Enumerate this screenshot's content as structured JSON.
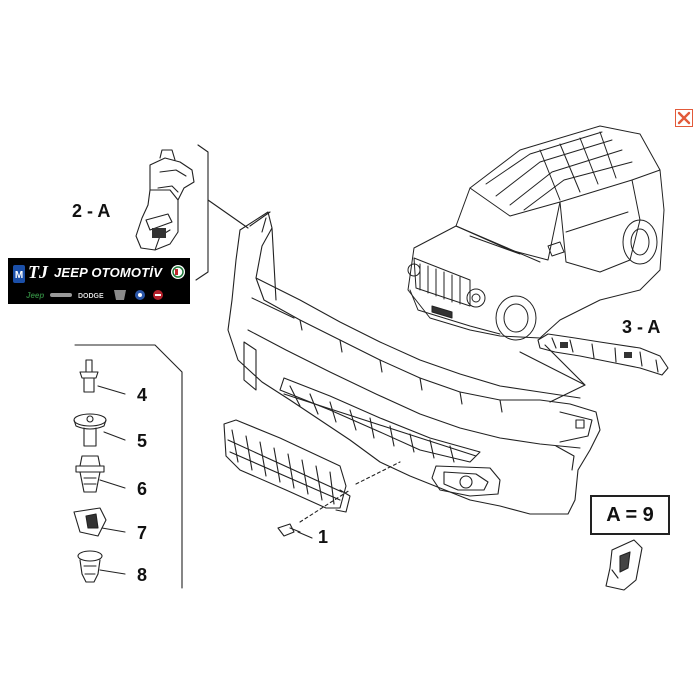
{
  "diagram": {
    "callouts": [
      "1",
      "4",
      "5",
      "6",
      "7",
      "8"
    ],
    "ref_2a": "2 - A",
    "ref_3a": "3 - A",
    "equation": "A = 9"
  },
  "logo": {
    "tj": "TJ",
    "brand": "JEEP OTOMOTİV",
    "marks": [
      "mopar-logo",
      "jeep-logo",
      "chrysler-logo",
      "dodge-logo",
      "ram-logo",
      "lancia-logo",
      "alfa-romeo-logo",
      "fiat-logo"
    ]
  },
  "colors": {
    "line": "#222222",
    "close": "#e25a3a",
    "banner": "#000000"
  }
}
